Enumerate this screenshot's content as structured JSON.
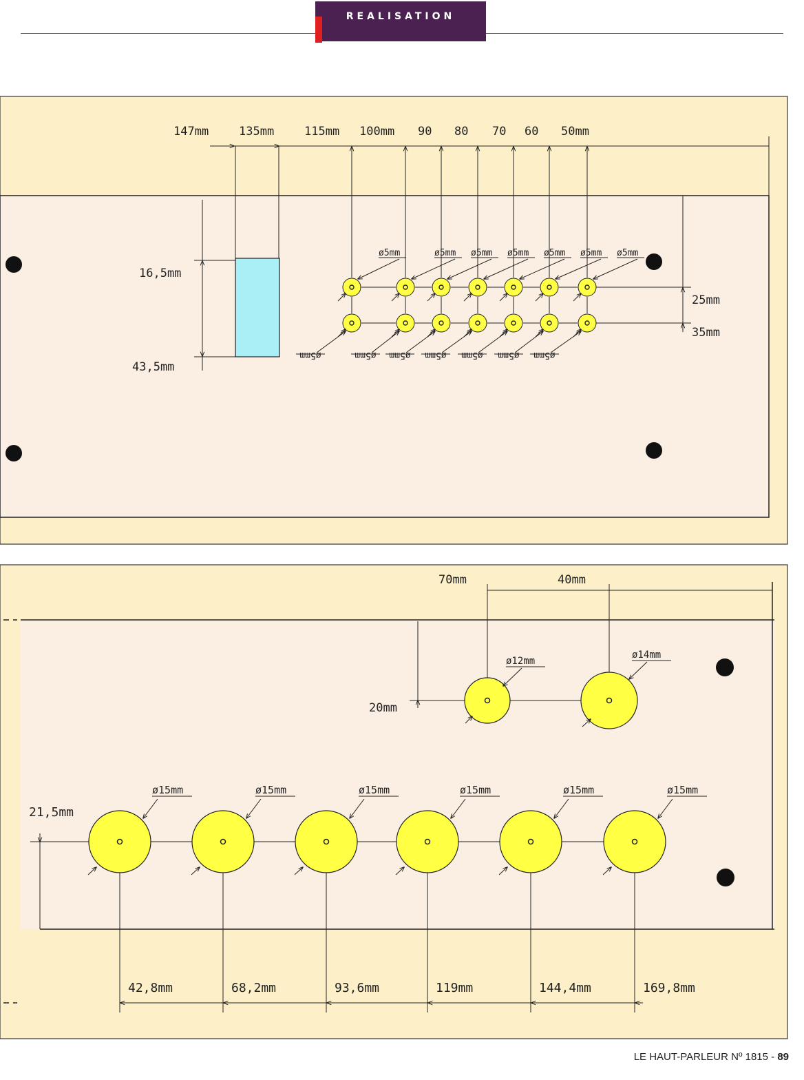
{
  "header": {
    "section_label": "REALISATION"
  },
  "panel_top": {
    "top_dims": [
      "147mm",
      "135mm",
      "115mm",
      "100mm",
      "90",
      "80",
      "70",
      "60",
      "50mm"
    ],
    "left_dims": [
      "16,5mm",
      "43,5mm"
    ],
    "right_dims": [
      "25mm",
      "35mm"
    ],
    "hole_labels_top": [
      "ø5mm",
      "ø5mm",
      "ø5mm",
      "ø5mm",
      "ø5mm",
      "ø5mm",
      "ø5mm"
    ],
    "hole_labels_bottom": [
      "ø5mm",
      "ø5mm",
      "ø5mm",
      "ø5mm",
      "ø5mm",
      "ø5mm",
      "ø5mm"
    ]
  },
  "panel_bottom": {
    "top_dims": [
      "70mm",
      "40mm"
    ],
    "left_dims": [
      "20mm",
      "21,5mm"
    ],
    "upper_hole_labels": [
      "ø12mm",
      "ø14mm"
    ],
    "lower_hole_labels": [
      "ø15mm",
      "ø15mm",
      "ø15mm",
      "ø15mm",
      "ø15mm",
      "ø15mm"
    ],
    "bottom_dims": [
      "42,8mm",
      "68,2mm",
      "93,6mm",
      "119mm",
      "144,4mm",
      "169,8mm"
    ]
  },
  "colors": {
    "hole_fill": "#ffff44",
    "window_fill": "#aaeef6",
    "panel_bg": "#fbeee2",
    "band_bg": "#fdf0c8",
    "tab_bg": "#4a2150",
    "tab_accent": "#e02020"
  },
  "footer": {
    "publication": "LE HAUT-PARLEUR Nº 1815 -",
    "page_number": "89"
  }
}
